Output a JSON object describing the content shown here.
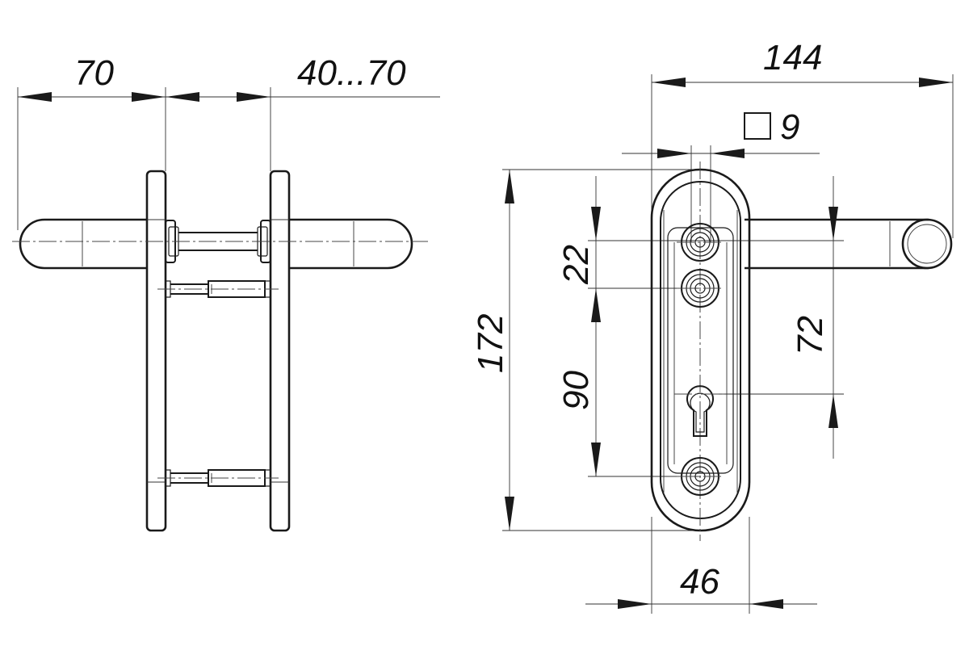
{
  "dimensions": {
    "handle_length": "70",
    "door_thickness": "40...70",
    "overall_width": "144",
    "spindle": "9",
    "total_height": "172",
    "cylinder_center": "90",
    "screw_spacing": "22",
    "handle_to_cylinder": "72",
    "plate_width": "46"
  }
}
